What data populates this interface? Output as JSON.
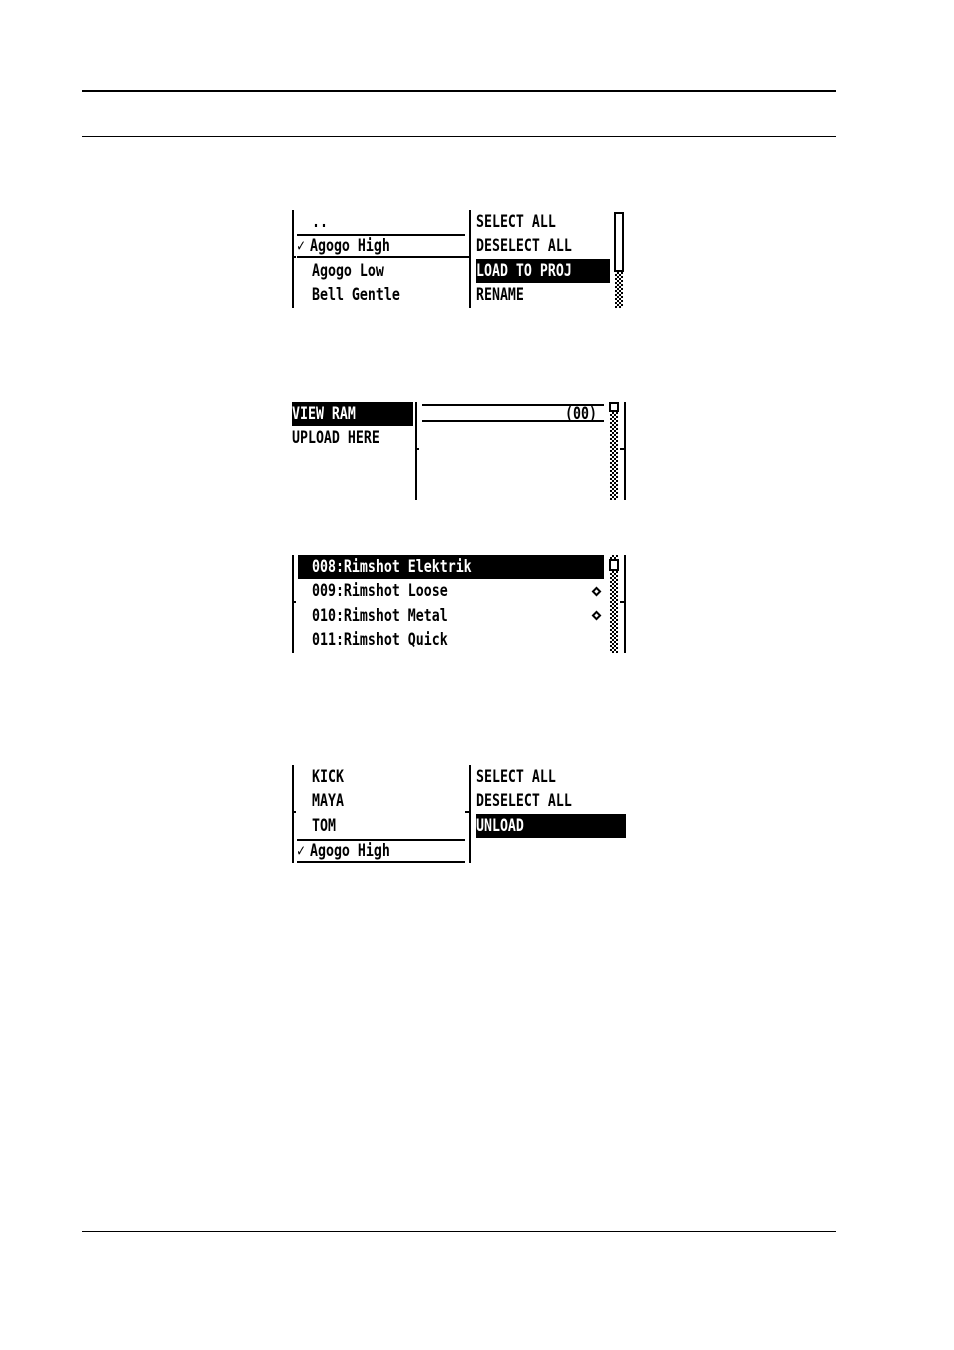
{
  "screen1": {
    "files": [
      "..",
      "Agogo High",
      "Agogo Low",
      "Bell Gentle"
    ],
    "checked_index": 1,
    "menu": [
      "SELECT ALL",
      "DESELECT ALL",
      "LOAD TO PROJ",
      "RENAME"
    ],
    "selected_menu_index": 2
  },
  "screen2": {
    "menu": [
      "VIEW RAM",
      "UPLOAD HERE"
    ],
    "selected_menu_index": 0,
    "slot_number": "(00)"
  },
  "screen3": {
    "items": [
      "008:Rimshot Elektrik",
      "009:Rimshot Loose",
      "010:Rimshot Metal",
      "011:Rimshot Quick"
    ],
    "selected_index": 0,
    "marked_indices": [
      1,
      2
    ]
  },
  "screen4": {
    "files": [
      "KICK",
      "MAYA",
      "TOM",
      "Agogo High"
    ],
    "checked_index": 3,
    "menu": [
      "SELECT ALL",
      "DESELECT ALL",
      "UNLOAD"
    ],
    "selected_menu_index": 2
  },
  "check_glyph": "✓"
}
